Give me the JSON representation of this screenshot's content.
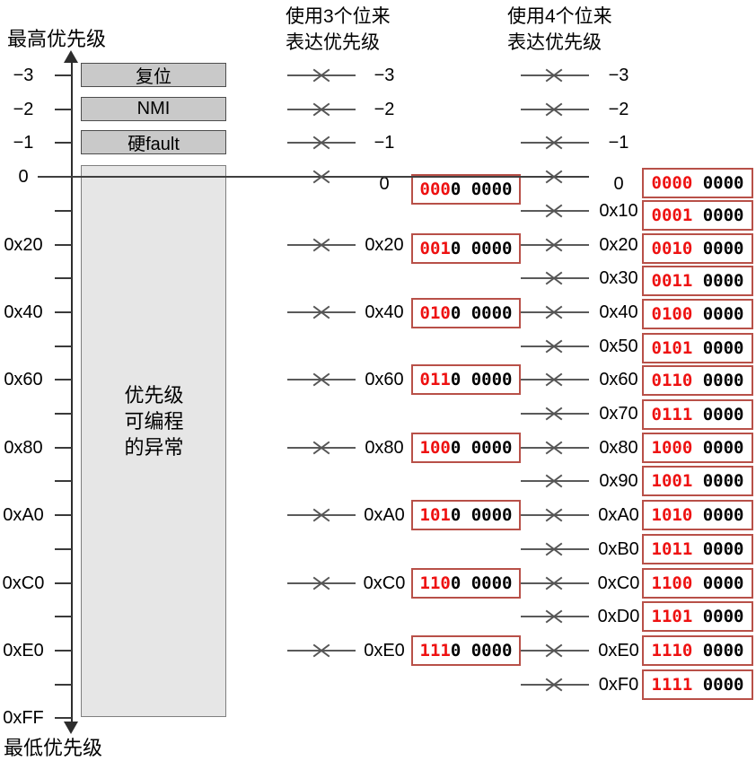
{
  "labels": {
    "top": "最高优先级",
    "bottom": "最低优先级"
  },
  "col3": {
    "header": [
      "使用3个位来",
      "表达优先级"
    ]
  },
  "col4": {
    "header": [
      "使用4个位来",
      "表达优先级"
    ]
  },
  "big_box": {
    "lines": [
      "优先级",
      "可编程",
      "的异常"
    ]
  },
  "colors": {
    "box_border_red": "#b85048",
    "bit_red": "#ee1111",
    "gray_box_fill": "#c9c9c9",
    "big_box_fill": "#e6e6e6"
  },
  "rows": [
    {
      "axis": "−3",
      "exception": "复位",
      "c3": {
        "label": "−3"
      },
      "c4": {
        "label": "−3"
      }
    },
    {
      "axis": "−2",
      "exception": "NMI",
      "c3": {
        "label": "−2"
      },
      "c4": {
        "label": "−2"
      }
    },
    {
      "axis": "−1",
      "exception": "硬fault",
      "c3": {
        "label": "−1"
      },
      "c4": {
        "label": "−1"
      }
    },
    {
      "axis": "0",
      "c3": {
        "label": "0",
        "bits_red": "000",
        "bits_rest": "0 0000"
      },
      "c4": {
        "label": "0",
        "bits_red": "0000",
        "bits_rest": " 0000"
      }
    },
    {
      "c4": {
        "label": "0x10",
        "bits_red": "0001",
        "bits_rest": " 0000"
      }
    },
    {
      "axis": "0x20",
      "c3": {
        "label": "0x20",
        "bits_red": "001",
        "bits_rest": "0 0000"
      },
      "c4": {
        "label": "0x20",
        "bits_red": "0010",
        "bits_rest": " 0000"
      }
    },
    {
      "c4": {
        "label": "0x30",
        "bits_red": "0011",
        "bits_rest": " 0000"
      }
    },
    {
      "axis": "0x40",
      "c3": {
        "label": "0x40",
        "bits_red": "010",
        "bits_rest": "0 0000"
      },
      "c4": {
        "label": "0x40",
        "bits_red": "0100",
        "bits_rest": " 0000"
      }
    },
    {
      "c4": {
        "label": "0x50",
        "bits_red": "0101",
        "bits_rest": " 0000"
      }
    },
    {
      "axis": "0x60",
      "c3": {
        "label": "0x60",
        "bits_red": "011",
        "bits_rest": "0 0000"
      },
      "c4": {
        "label": "0x60",
        "bits_red": "0110",
        "bits_rest": " 0000"
      }
    },
    {
      "c4": {
        "label": "0x70",
        "bits_red": "0111",
        "bits_rest": " 0000"
      }
    },
    {
      "axis": "0x80",
      "c3": {
        "label": "0x80",
        "bits_red": "100",
        "bits_rest": "0 0000"
      },
      "c4": {
        "label": "0x80",
        "bits_red": "1000",
        "bits_rest": " 0000"
      }
    },
    {
      "c4": {
        "label": "0x90",
        "bits_red": "1001",
        "bits_rest": " 0000"
      }
    },
    {
      "axis": "0xA0",
      "c3": {
        "label": "0xA0",
        "bits_red": "101",
        "bits_rest": "0 0000"
      },
      "c4": {
        "label": "0xA0",
        "bits_red": "1010",
        "bits_rest": " 0000"
      }
    },
    {
      "c4": {
        "label": "0xB0",
        "bits_red": "1011",
        "bits_rest": " 0000"
      }
    },
    {
      "axis": "0xC0",
      "c3": {
        "label": "0xC0",
        "bits_red": "110",
        "bits_rest": "0 0000"
      },
      "c4": {
        "label": "0xC0",
        "bits_red": "1100",
        "bits_rest": " 0000"
      }
    },
    {
      "c4": {
        "label": "0xD0",
        "bits_red": "1101",
        "bits_rest": " 0000"
      }
    },
    {
      "axis": "0xE0",
      "c3": {
        "label": "0xE0",
        "bits_red": "111",
        "bits_rest": "0 0000"
      },
      "c4": {
        "label": "0xE0",
        "bits_red": "1110",
        "bits_rest": " 0000"
      }
    },
    {
      "c4": {
        "label": "0xF0",
        "bits_red": "1111",
        "bits_rest": " 0000"
      }
    },
    {
      "axis": "0xFF"
    }
  ]
}
